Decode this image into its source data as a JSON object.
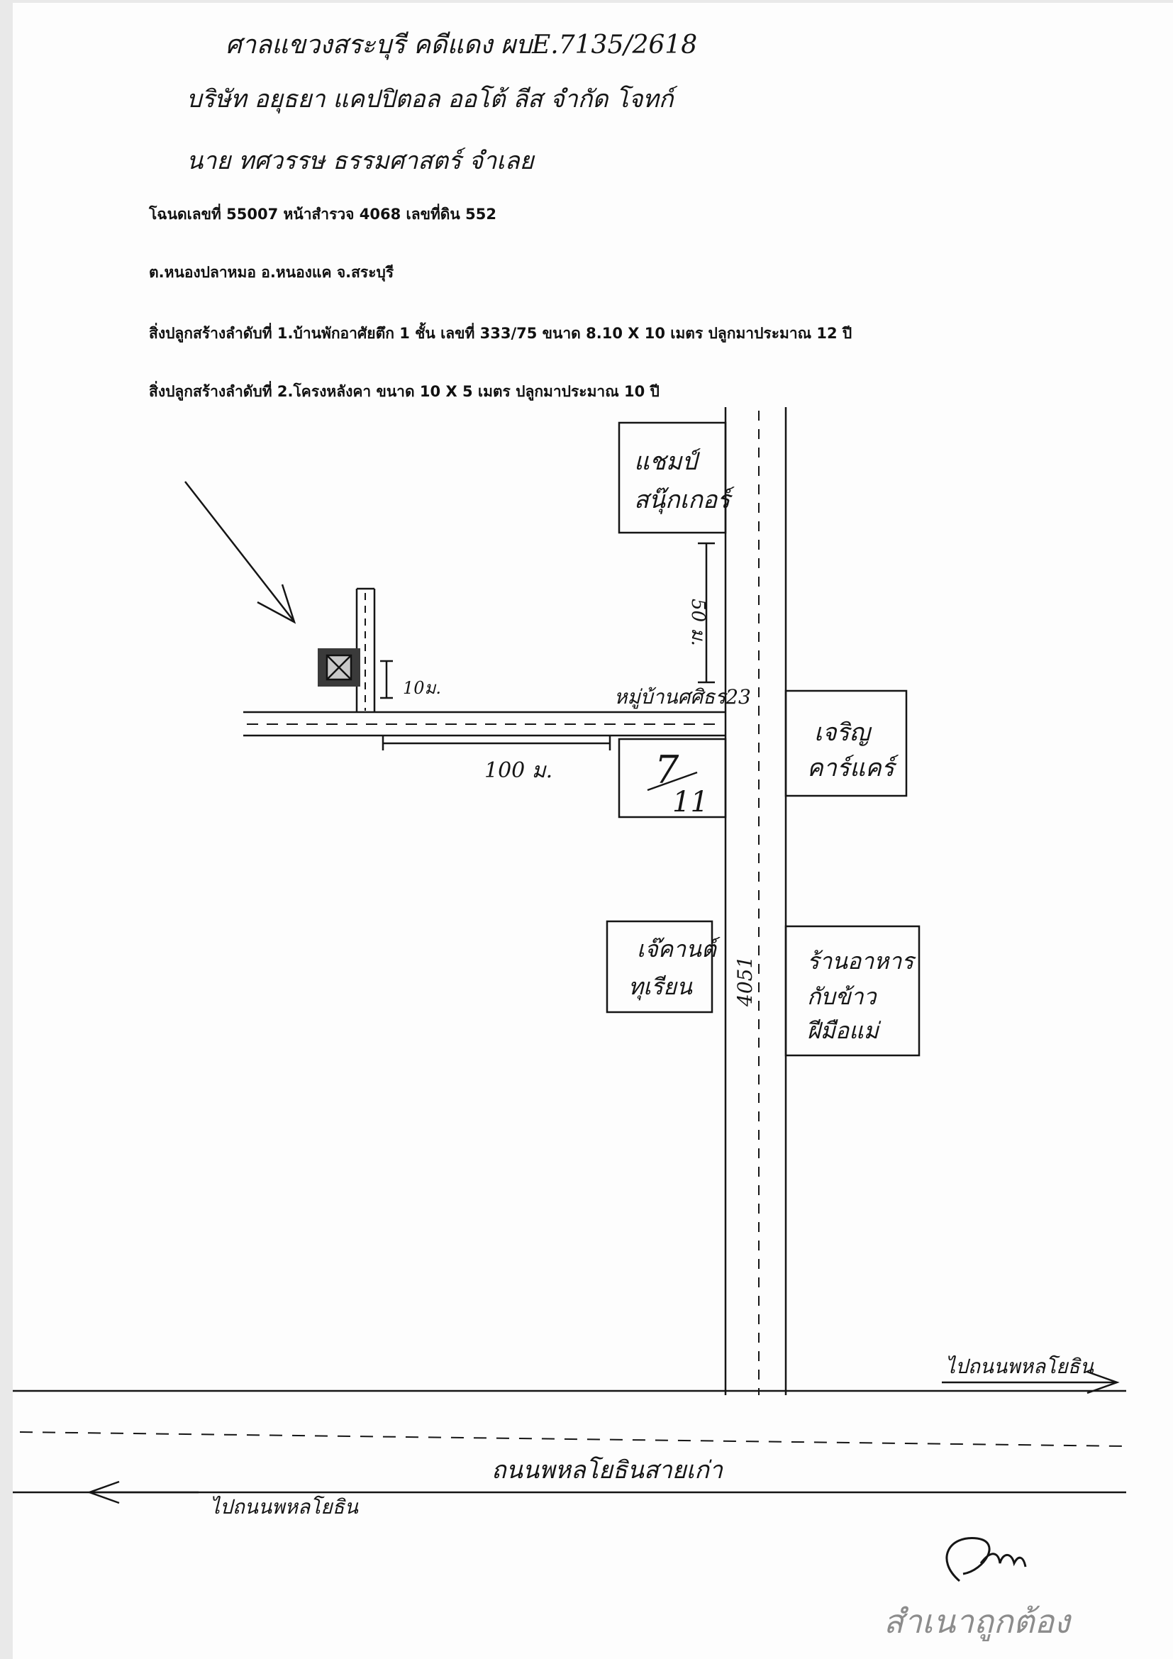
{
  "header": {
    "court_line": "ศาลแขวงสระบุรี  คดีแดง ผบE.7135/2618",
    "plaintiff_line": "บริษัท อยุธยา แคปปิตอล ออโต้ ลีส จำกัด โจทก์",
    "defendant_line": "นาย ทศวรรษ ธรรมศาสตร์ จำเลย"
  },
  "deed_info": {
    "deed_line": "โฉนดเลขที่ 55007  หน้าสำรวจ  4068  เลขที่ดิน  552",
    "location_line": "ต.หนองปลาหมอ  อ.หนองแค  จ.สระบุรี",
    "structure_1": "สิ่งปลูกสร้างลำดับที่ 1.บ้านพักอาศัยตึก 1 ชั้น เลขที่ 333/75  ขนาด 8.10 X 10 เมตร ปลูกมาประมาณ  12 ปี",
    "structure_2": "สิ่งปลูกสร้างลำดับที่ 2.โครงหลังคา ขนาด 10 X 5 เมตร ปลูกมาประมาณ  10 ปี"
  },
  "map": {
    "landmarks": {
      "shop_top": [
        "แชมป์",
        "สนุ๊กเกอร์"
      ],
      "seven_eleven": [
        "7",
        "11"
      ],
      "charoen": [
        "เจริญ",
        "คาร์แคร์"
      ],
      "durian_shop": [
        "เจ๊คานต์",
        "ทุเรียน"
      ],
      "restaurant": [
        "ร้านอาหาร",
        "กับข้าว",
        "ฝีมือแม่"
      ]
    },
    "labels": {
      "village": "หมู่บ้านศศิธร23",
      "dist_50": "50 ม.",
      "dist_10": "10ม.",
      "dist_100": "100 ม.",
      "road_4051": "4051",
      "highway": "ถนนพหลโยธินสายเก่า",
      "to_right": "ไปถนนพหลโยธิน",
      "to_left": "ไปถนนพหลโยธิน"
    }
  },
  "signature": {
    "stamp_text": "สำเนาถูกต้อง"
  }
}
